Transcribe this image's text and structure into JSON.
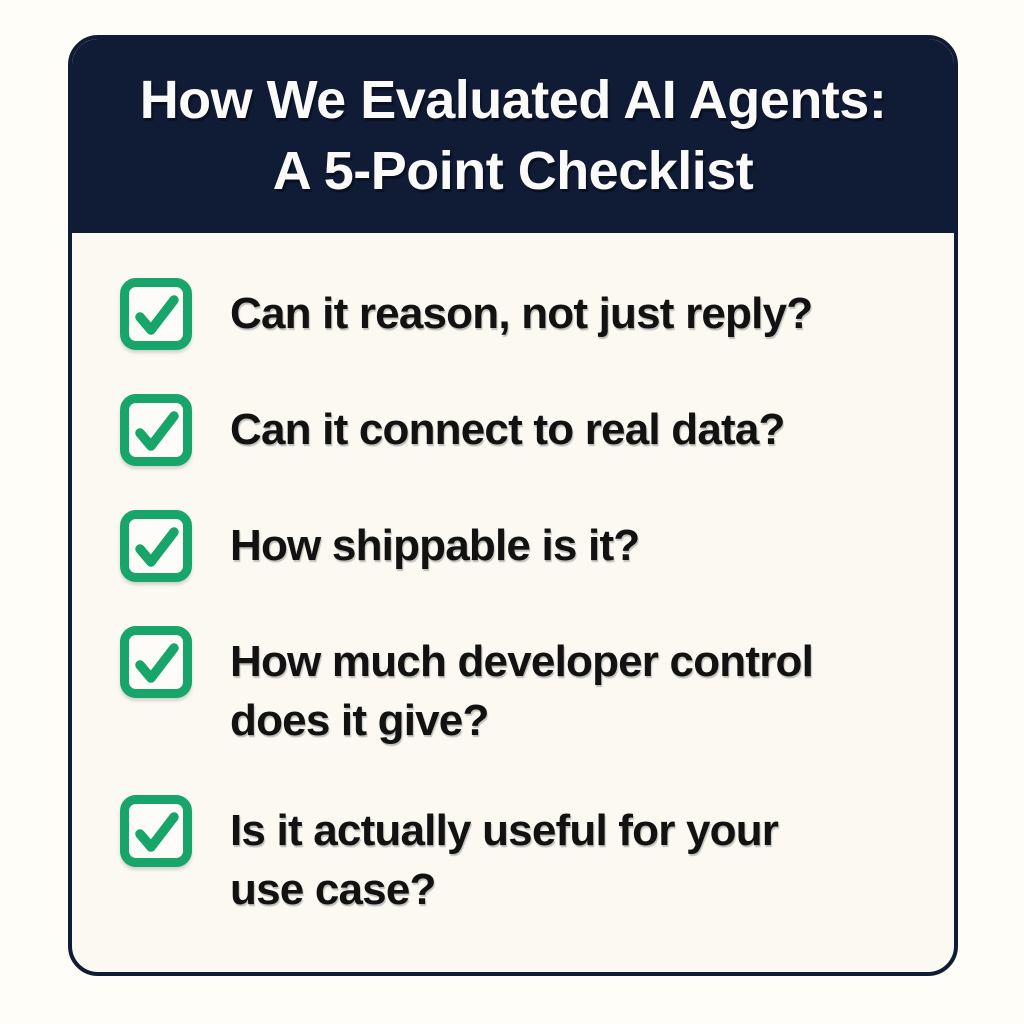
{
  "colors": {
    "page_background": "#FFFDF7",
    "header_navy": "#101B36",
    "card_border_navy": "#101B36",
    "card_body_cream": "#FBF9F2",
    "checkbox_green": "#18A56A",
    "checkbox_fill": "#FDFCF8",
    "text_black": "#121212",
    "title_white": "#FAFAF8"
  },
  "header": {
    "title": "How We Evaluated AI Agents:\nA 5-Point Checklist"
  },
  "checklist": {
    "items": [
      {
        "icon": "checked-checkbox-icon",
        "label": "Can it reason, not just reply?"
      },
      {
        "icon": "checked-checkbox-icon",
        "label": "Can it connect to real data?"
      },
      {
        "icon": "checked-checkbox-icon",
        "label": "How shippable is it?"
      },
      {
        "icon": "checked-checkbox-icon",
        "label": "How much developer control\ndoes it give?"
      },
      {
        "icon": "checked-checkbox-icon",
        "label": "Is it actually useful for your\nuse case?"
      }
    ]
  }
}
